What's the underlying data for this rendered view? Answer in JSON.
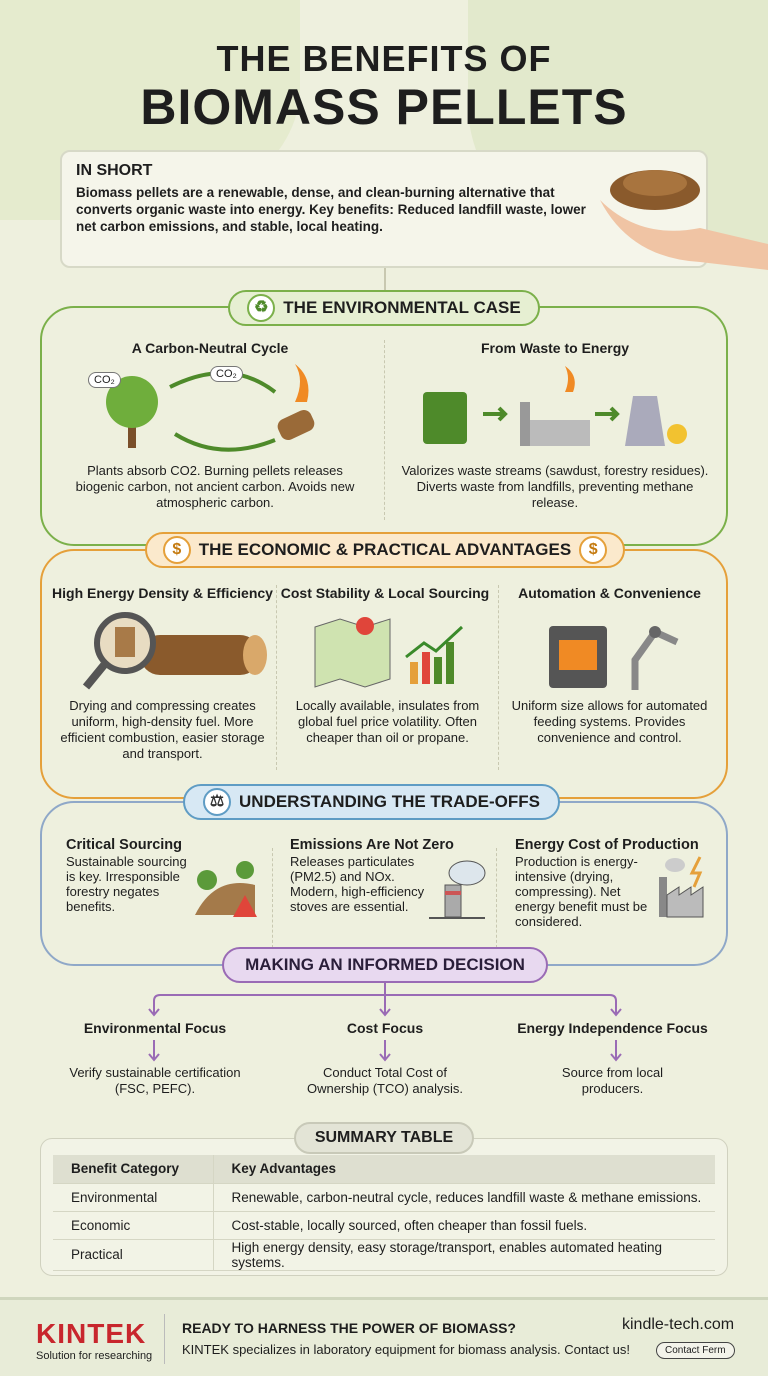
{
  "title": {
    "line1": "THE BENEFITS OF",
    "line2": "BIOMASS PELLETS"
  },
  "in_short": {
    "heading": "IN SHORT",
    "text": "Biomass pellets are a renewable, dense, and clean-burning alternative that converts organic waste into energy. Key benefits: Reduced landfill waste, lower net carbon emissions, and stable, local heating."
  },
  "environmental": {
    "title": "THE ENVIRONMENTAL CASE",
    "color": "#7bb04a",
    "cols": [
      {
        "heading": "A Carbon-Neutral Cycle",
        "labels": [
          "CO₂",
          "CO₂"
        ],
        "text": "Plants absorb CO2. Burning pellets releases biogenic carbon, not ancient carbon. Avoids new atmospheric carbon."
      },
      {
        "heading": "From Waste to Energy",
        "text": "Valorizes waste streams (sawdust, forestry residues). Diverts waste from landfills, preventing methane release."
      }
    ]
  },
  "economic": {
    "title": "THE ECONOMIC & PRACTICAL ADVANTAGES",
    "color": "#e5a03a",
    "cols": [
      {
        "heading": "High Energy Density & Efficiency",
        "text": "Drying and compressing creates uniform, high-density fuel. More efficient combustion, easier storage and transport."
      },
      {
        "heading": "Cost Stability & Local Sourcing",
        "text": "Locally available, insulates from global fuel price volatility. Often cheaper than oil or propane."
      },
      {
        "heading": "Automation & Convenience",
        "text": "Uniform size allows for automated feeding systems. Provides convenience and control."
      }
    ]
  },
  "tradeoffs": {
    "title": "UNDERSTANDING THE TRADE-OFFS",
    "color": "#5f9cc4",
    "cols": [
      {
        "heading": "Critical Sourcing",
        "text": "Sustainable sourcing is key. Irresponsible forestry negates benefits."
      },
      {
        "heading": "Emissions Are Not Zero",
        "text": "Releases particulates (PM2.5) and NOx. Modern, high-efficiency stoves are essential."
      },
      {
        "heading": "Energy Cost of Production",
        "text": "Production is energy-intensive (drying, compressing). Net energy benefit must be considered."
      }
    ]
  },
  "decision": {
    "title": "MAKING AN INFORMED DECISION",
    "color": "#9a6bb5",
    "cols": [
      {
        "heading": "Environmental Focus",
        "text": "Verify sustainable certification (FSC, PEFC)."
      },
      {
        "heading": "Cost Focus",
        "text": "Conduct Total Cost of Ownership (TCO) analysis."
      },
      {
        "heading": "Energy Independence Focus",
        "text": "Source from local producers."
      }
    ]
  },
  "summary": {
    "title": "SUMMARY TABLE",
    "headers": [
      "Benefit Category",
      "Key Advantages"
    ],
    "rows": [
      [
        "Environmental",
        "Renewable, carbon-neutral cycle, reduces landfill waste & methane emissions."
      ],
      [
        "Economic",
        "Cost-stable, locally sourced, often cheaper than fossil fuels."
      ],
      [
        "Practical",
        "High energy density, easy storage/transport, enables automated heating systems."
      ]
    ]
  },
  "footer": {
    "logo": "KINTEK",
    "tagline": "Solution for researching",
    "cta_title": "READY TO HARNESS THE POWER OF BIOMASS?",
    "cta_text": "KINTEK specializes in laboratory equipment for biomass analysis. Contact us!",
    "website": "kindle-tech.com",
    "contact_button": "Contact Ferm",
    "brand_color": "#c8262d"
  }
}
